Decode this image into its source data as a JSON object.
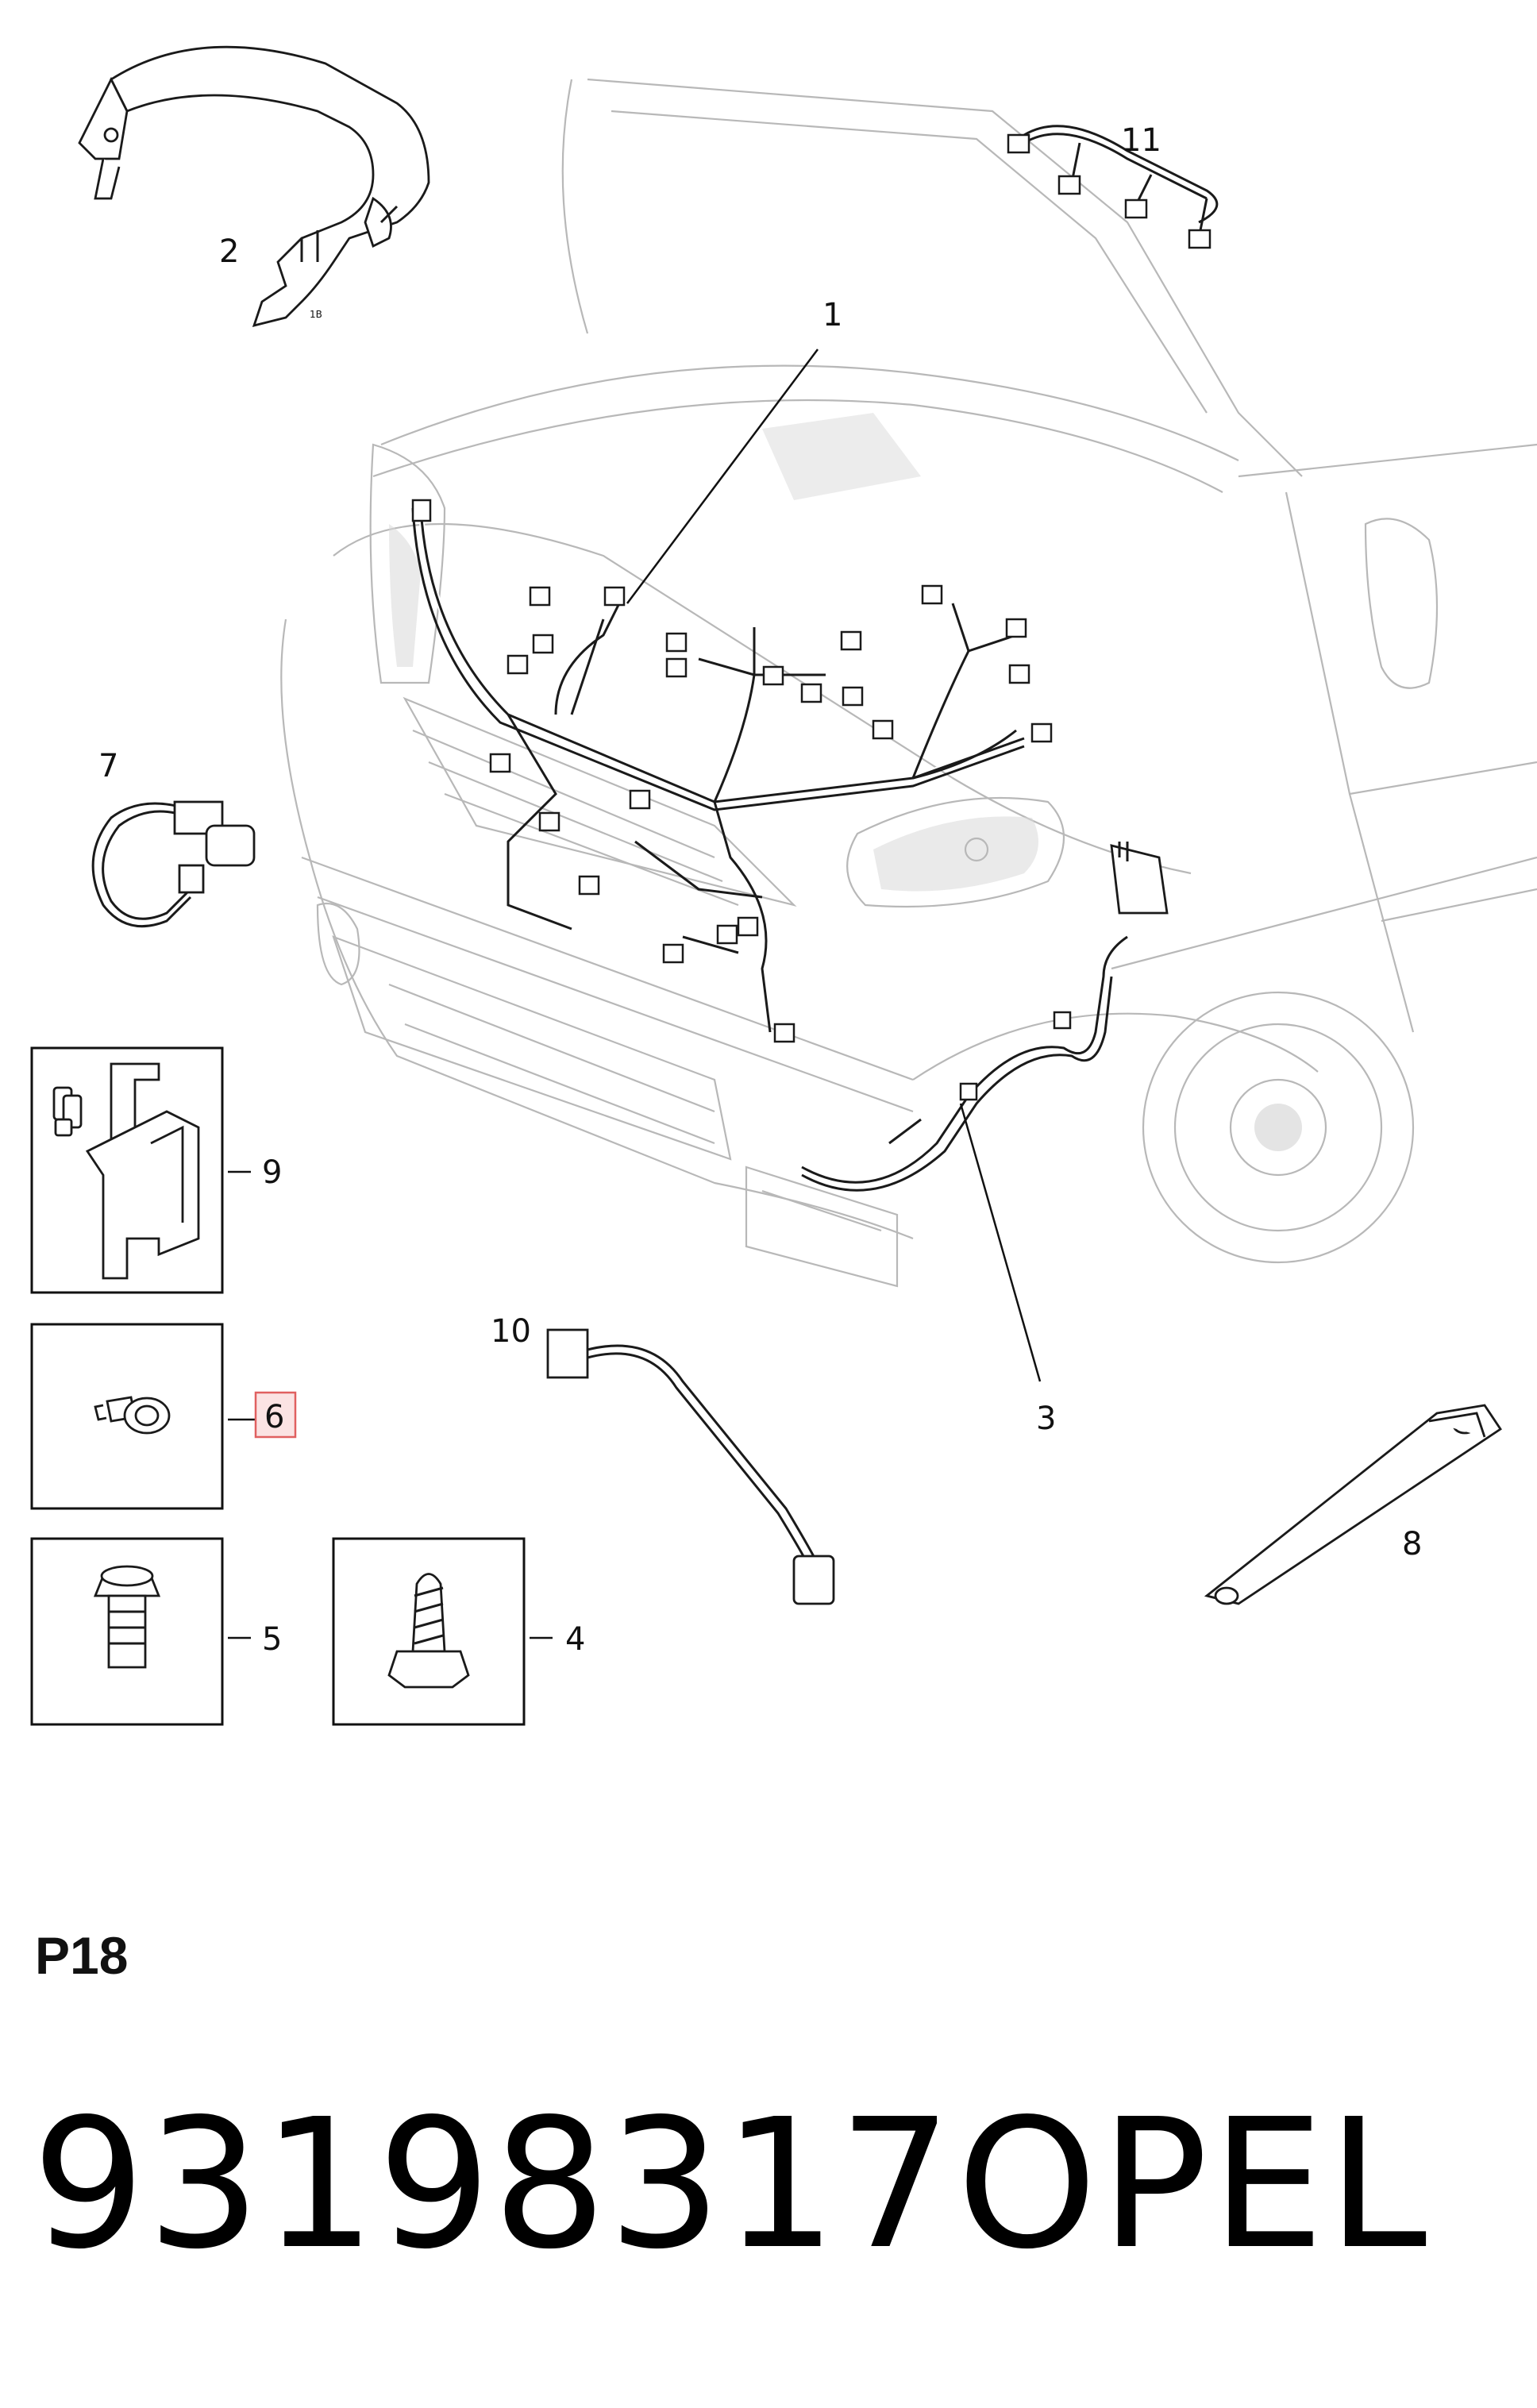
{
  "diagram": {
    "callouts": [
      {
        "id": "1",
        "label": "1"
      },
      {
        "id": "2",
        "label": "2"
      },
      {
        "id": "3",
        "label": "3"
      },
      {
        "id": "4",
        "label": "4"
      },
      {
        "id": "5",
        "label": "5"
      },
      {
        "id": "6",
        "label": "6",
        "highlighted": true
      },
      {
        "id": "7",
        "label": "7"
      },
      {
        "id": "8",
        "label": "8"
      },
      {
        "id": "9",
        "label": "9"
      },
      {
        "id": "10",
        "label": "10"
      },
      {
        "id": "11",
        "label": "11"
      }
    ],
    "highlight_color": "#e06060",
    "highlight_fill": "#fbe3e3"
  },
  "footer": {
    "page_code": "P18",
    "part_number": "93198317",
    "brand": "OPEL"
  }
}
